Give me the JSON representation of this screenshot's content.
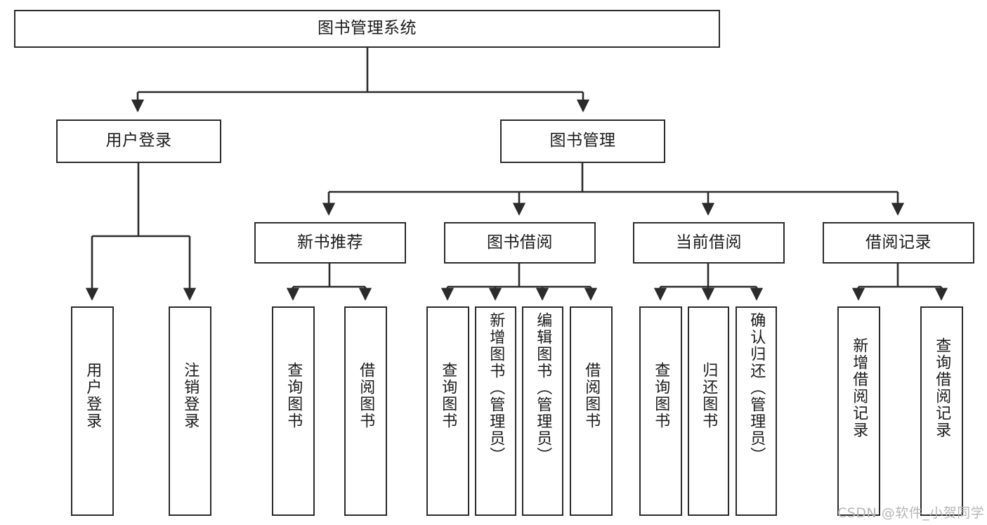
{
  "diagram": {
    "type": "tree-hierarchy",
    "title": "图书管理系统",
    "watermark": "CSDN @软件_小贺同学",
    "colors": {
      "box_border": "#2b2b2b",
      "box_fill": "#ffffff",
      "connector": "#2b2b2b",
      "text": "#1b1b1b",
      "watermark": "#b6b6b6"
    },
    "nodes": {
      "root": {
        "label": "图书管理系统"
      },
      "level2": [
        {
          "id": "user-login",
          "label": "用户登录"
        },
        {
          "id": "book-manage",
          "label": "图书管理"
        }
      ],
      "level3": [
        {
          "id": "new-book-recommend",
          "label": "新书推荐"
        },
        {
          "id": "book-borrow",
          "label": "图书借阅"
        },
        {
          "id": "current-borrow",
          "label": "当前借阅"
        },
        {
          "id": "borrow-record",
          "label": "借阅记录"
        }
      ],
      "leaves": {
        "user-login": [
          {
            "id": "leaf-user-login",
            "label": "用户登录"
          },
          {
            "id": "leaf-logout",
            "label": "注销登录"
          }
        ],
        "new-book-recommend": [
          {
            "id": "leaf-query-book-1",
            "label": "查询图书"
          },
          {
            "id": "leaf-borrow-book-1",
            "label": "借阅图书"
          }
        ],
        "book-borrow": [
          {
            "id": "leaf-query-book-2",
            "label": "查询图书"
          },
          {
            "id": "leaf-add-book",
            "label": "新增图书（管理员）"
          },
          {
            "id": "leaf-edit-book",
            "label": "编辑图书（管理员）"
          },
          {
            "id": "leaf-borrow-book-2",
            "label": "借阅图书"
          }
        ],
        "current-borrow": [
          {
            "id": "leaf-query-book-3",
            "label": "查询图书"
          },
          {
            "id": "leaf-return-book",
            "label": "归还图书"
          },
          {
            "id": "leaf-confirm-return",
            "label": "确认归还（管理员）"
          }
        ],
        "borrow-record": [
          {
            "id": "leaf-add-record",
            "label": "新增借阅记录"
          },
          {
            "id": "leaf-query-record",
            "label": "查询借阅记录"
          }
        ]
      }
    }
  }
}
